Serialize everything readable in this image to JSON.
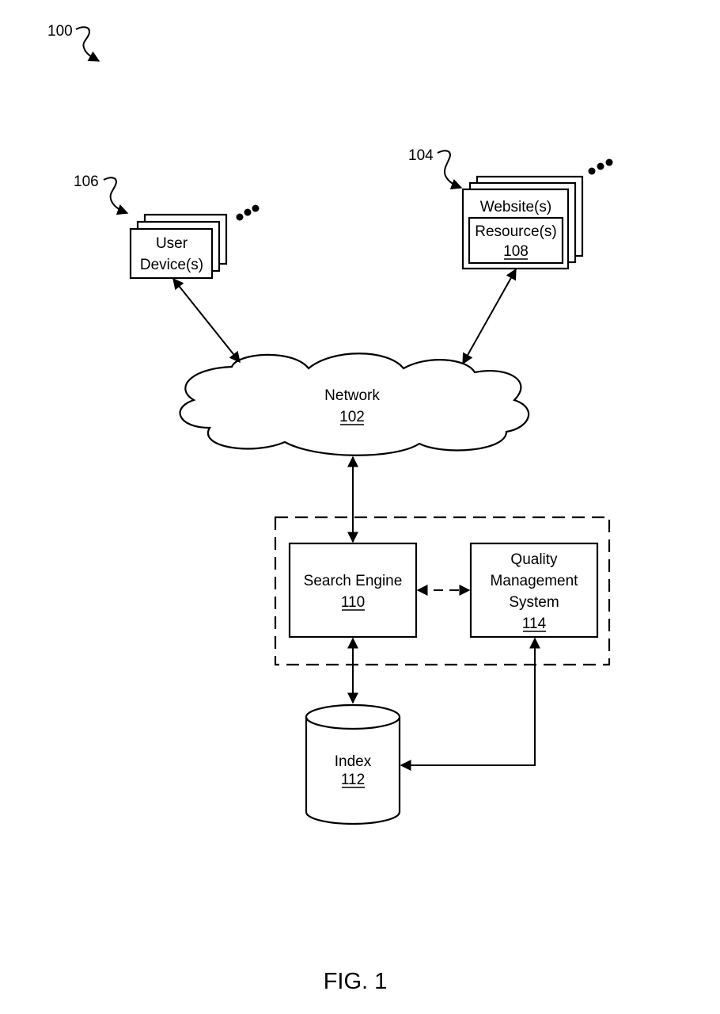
{
  "figure": {
    "caption": "FIG. 1",
    "system_ref": "100"
  },
  "nodes": {
    "user_devices": {
      "ref": "106",
      "label_line1": "User",
      "label_line2": "Device(s)"
    },
    "websites": {
      "ref": "104",
      "label": "Website(s)"
    },
    "resources": {
      "label": "Resource(s)",
      "number": "108"
    },
    "network": {
      "label": "Network",
      "number": "102"
    },
    "search_engine": {
      "label": "Search Engine",
      "number": "110"
    },
    "quality_system": {
      "label_line1": "Quality",
      "label_line2": "Management",
      "label_line3": "System",
      "number": "114"
    },
    "index": {
      "label": "Index",
      "number": "112"
    }
  },
  "edges": [
    {
      "from": "user_devices",
      "to": "network",
      "style": "solid",
      "direction": "bidirectional"
    },
    {
      "from": "websites",
      "to": "network",
      "style": "solid",
      "direction": "bidirectional"
    },
    {
      "from": "network",
      "to": "search_engine",
      "style": "solid",
      "direction": "bidirectional"
    },
    {
      "from": "search_engine",
      "to": "quality_system",
      "style": "dashed",
      "direction": "bidirectional"
    },
    {
      "from": "search_engine",
      "to": "index",
      "style": "solid",
      "direction": "bidirectional"
    },
    {
      "from": "quality_system",
      "to": "index",
      "style": "solid",
      "direction": "bidirectional"
    }
  ]
}
